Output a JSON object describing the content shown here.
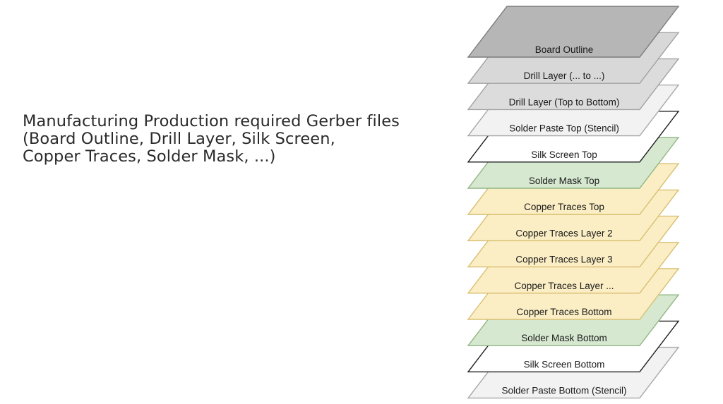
{
  "caption": {
    "lines": [
      "Manufacturing Production required Gerber files",
      "(Board Outline, Drill Layer, Silk Screen,",
      "Copper Traces, Solder Mask, ...)"
    ]
  },
  "layers": [
    {
      "label": "Board Outline",
      "fill": "#b6b6b6",
      "stroke": "#7c7c7c"
    },
    {
      "label": "Drill Layer (... to ...)",
      "fill": "#d8d8d8",
      "stroke": "#a2a2a2"
    },
    {
      "label": "Drill Layer (Top to Bottom)",
      "fill": "#dcdcdc",
      "stroke": "#a2a2a2"
    },
    {
      "label": "Solder Paste Top (Stencil)",
      "fill": "#f2f2f2",
      "stroke": "#a8a8a8"
    },
    {
      "label": "Silk Screen Top",
      "fill": "#ffffff",
      "stroke": "#1e1e1e"
    },
    {
      "label": "Solder Mask Top",
      "fill": "#d7e8d1",
      "stroke": "#8fb783"
    },
    {
      "label": "Copper Traces Top",
      "fill": "#fbeec4",
      "stroke": "#d9bf72"
    },
    {
      "label": "Copper Traces Layer 2",
      "fill": "#fbeec4",
      "stroke": "#d9bf72"
    },
    {
      "label": "Copper Traces Layer 3",
      "fill": "#fbeec4",
      "stroke": "#d9bf72"
    },
    {
      "label": "Copper Traces Layer ...",
      "fill": "#fbeec4",
      "stroke": "#d9bf72"
    },
    {
      "label": "Copper Traces Bottom",
      "fill": "#fbeec4",
      "stroke": "#d9bf72"
    },
    {
      "label": "Solder Mask Bottom",
      "fill": "#d7e8d1",
      "stroke": "#8fb783"
    },
    {
      "label": "Silk Screen Bottom",
      "fill": "#ffffff",
      "stroke": "#1e1e1e"
    },
    {
      "label": "Solder Paste Bottom (Stencil)",
      "fill": "#f2f2f2",
      "stroke": "#a8a8a8"
    }
  ]
}
